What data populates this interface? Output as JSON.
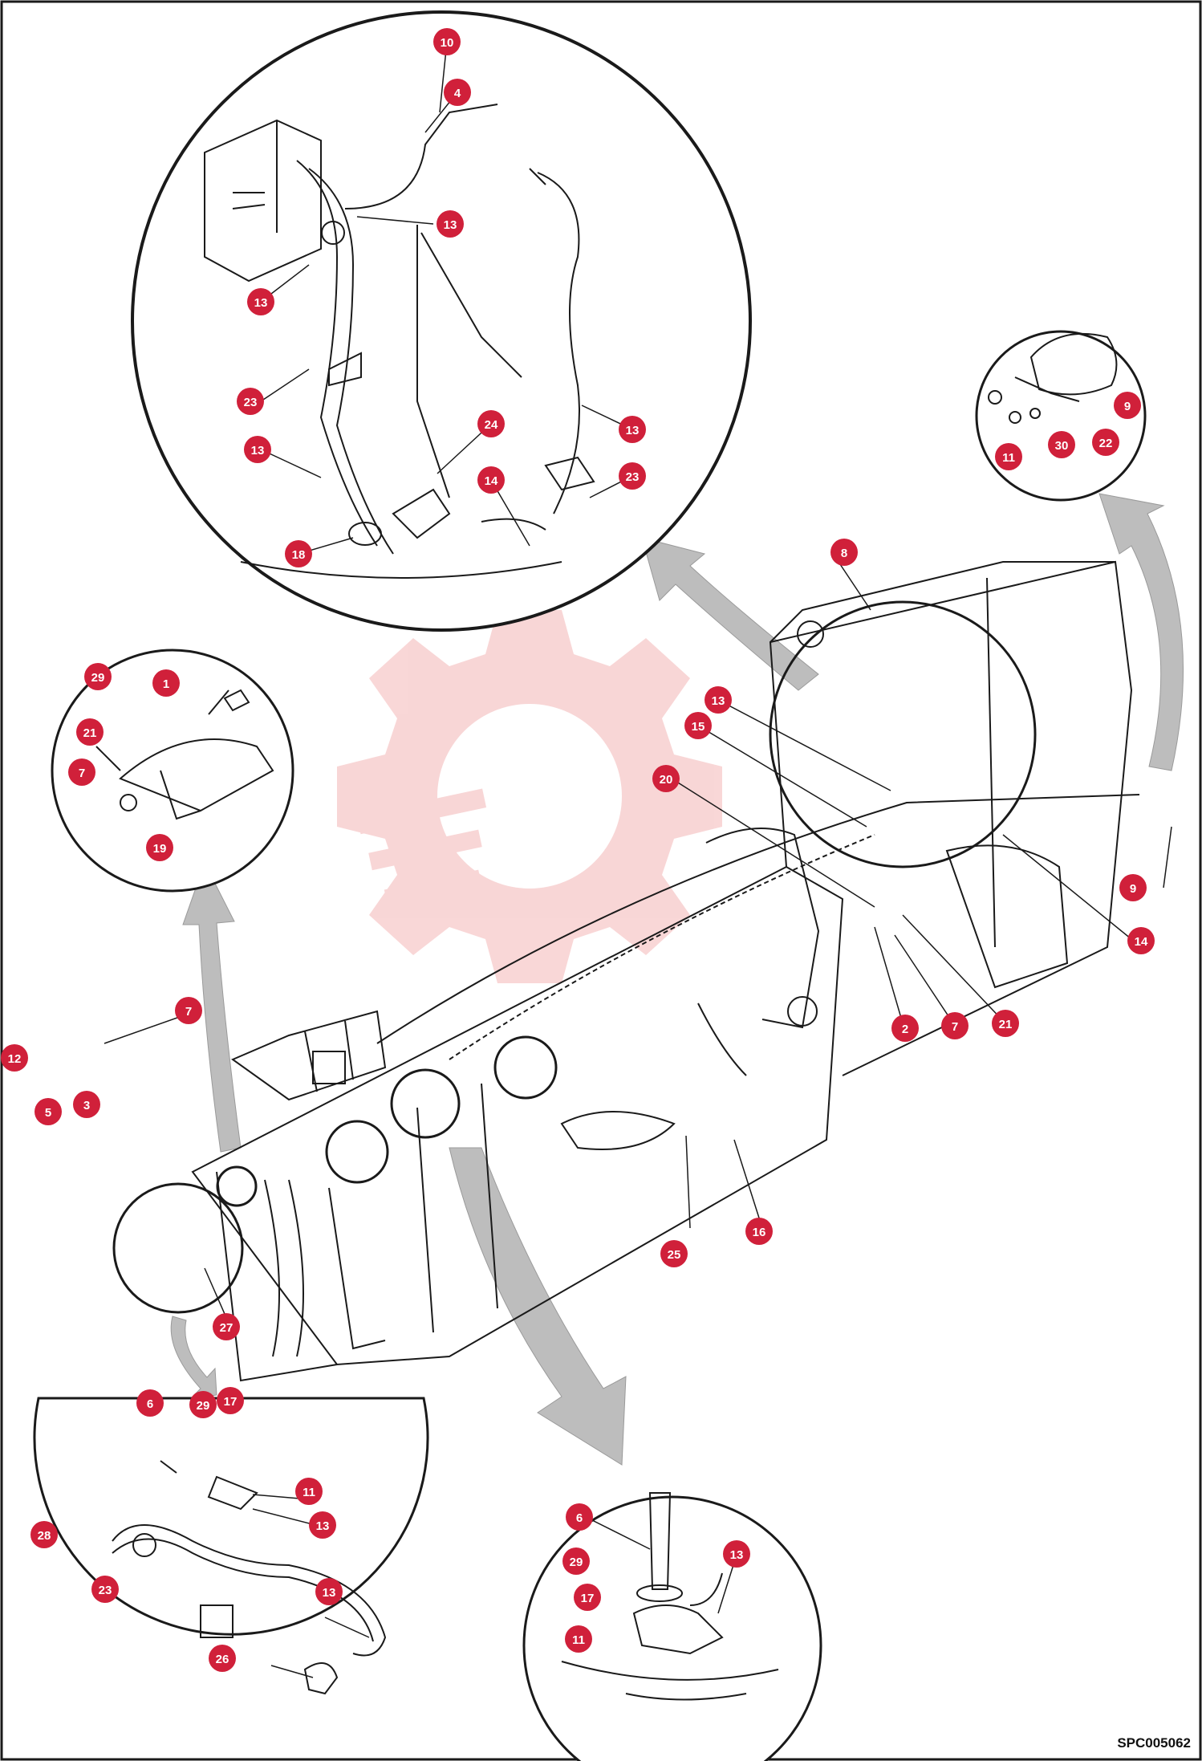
{
  "figure": {
    "drawing_code": "SPC005062",
    "callout_color": "#d0203a",
    "line_color": "#1a1a1a",
    "arrow_color": "#bdbdbd",
    "watermark_color": "#f4b6b6"
  },
  "callouts": [
    {
      "id": "c10",
      "label": "10"
    },
    {
      "id": "c4",
      "label": "4"
    },
    {
      "id": "c13a",
      "label": "13"
    },
    {
      "id": "c13b",
      "label": "13"
    },
    {
      "id": "c23a",
      "label": "23"
    },
    {
      "id": "c24",
      "label": "24"
    },
    {
      "id": "c13c",
      "label": "13"
    },
    {
      "id": "c13d",
      "label": "13"
    },
    {
      "id": "c14a",
      "label": "14"
    },
    {
      "id": "c23b",
      "label": "23"
    },
    {
      "id": "c18",
      "label": "18"
    },
    {
      "id": "c9a",
      "label": "9"
    },
    {
      "id": "c22",
      "label": "22"
    },
    {
      "id": "c30",
      "label": "30"
    },
    {
      "id": "c11a",
      "label": "11"
    },
    {
      "id": "c29a",
      "label": "29"
    },
    {
      "id": "c1",
      "label": "1"
    },
    {
      "id": "c21a",
      "label": "21"
    },
    {
      "id": "c7a",
      "label": "7"
    },
    {
      "id": "c19",
      "label": "19"
    },
    {
      "id": "c8",
      "label": "8"
    },
    {
      "id": "c13e",
      "label": "13"
    },
    {
      "id": "c15",
      "label": "15"
    },
    {
      "id": "c20",
      "label": "20"
    },
    {
      "id": "c9b",
      "label": "9"
    },
    {
      "id": "c14b",
      "label": "14"
    },
    {
      "id": "c2",
      "label": "2"
    },
    {
      "id": "c7b",
      "label": "7"
    },
    {
      "id": "c21b",
      "label": "21"
    },
    {
      "id": "c7c",
      "label": "7"
    },
    {
      "id": "c12",
      "label": "12"
    },
    {
      "id": "c5",
      "label": "5"
    },
    {
      "id": "c3",
      "label": "3"
    },
    {
      "id": "c25",
      "label": "25"
    },
    {
      "id": "c16",
      "label": "16"
    },
    {
      "id": "c27",
      "label": "27"
    },
    {
      "id": "c6a",
      "label": "6"
    },
    {
      "id": "c29b",
      "label": "29"
    },
    {
      "id": "c17a",
      "label": "17"
    },
    {
      "id": "c11b",
      "label": "11"
    },
    {
      "id": "c13f",
      "label": "13"
    },
    {
      "id": "c28",
      "label": "28"
    },
    {
      "id": "c23c",
      "label": "23"
    },
    {
      "id": "c13g",
      "label": "13"
    },
    {
      "id": "c26",
      "label": "26"
    },
    {
      "id": "c6b",
      "label": "6"
    },
    {
      "id": "c13h",
      "label": "13"
    },
    {
      "id": "c29c",
      "label": "29"
    },
    {
      "id": "c17b",
      "label": "17"
    },
    {
      "id": "c11c",
      "label": "11"
    }
  ]
}
